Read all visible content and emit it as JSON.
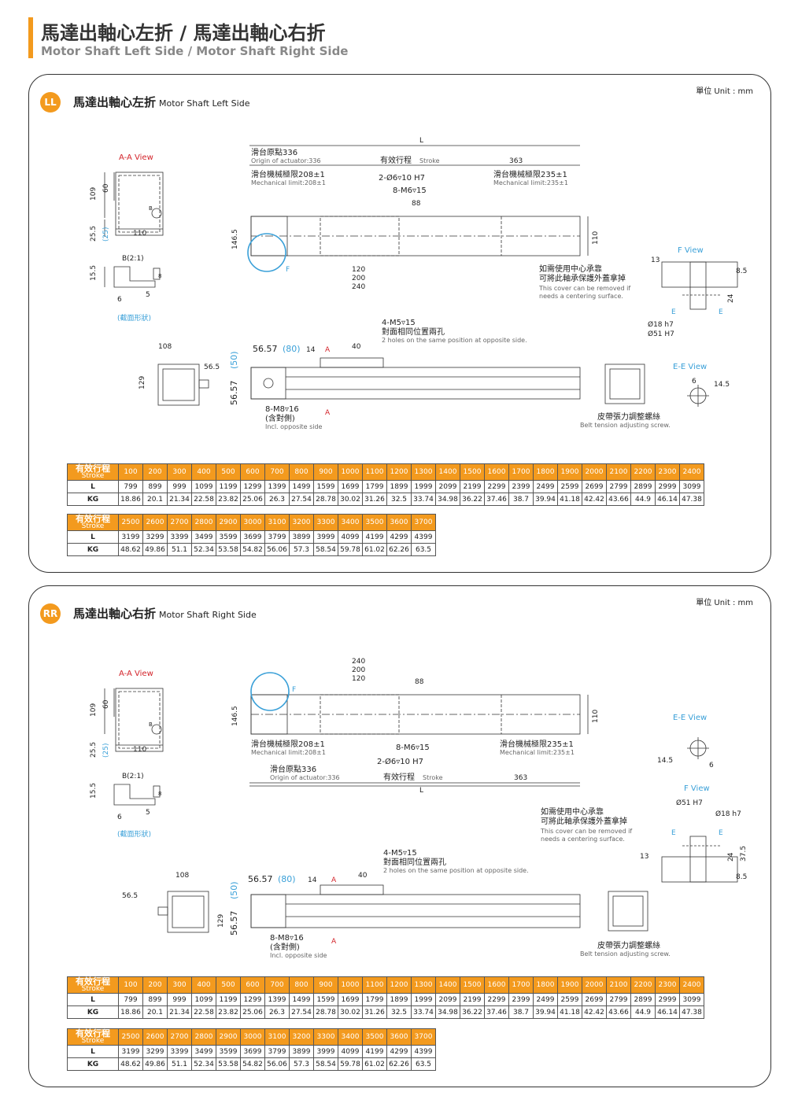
{
  "header": {
    "title_zh": "馬達出軸心左折 / 馬達出軸心右折",
    "title_en": "Motor Shaft Left Side / Motor Shaft Right Side"
  },
  "colors": {
    "accent": "#f39a1e",
    "blue": "#3aa0d8",
    "red": "#d3232a"
  },
  "unit_label": "單位 Unit : mm",
  "sections": [
    {
      "badge": "LL",
      "title_zh": "馬達出軸心左折",
      "title_en": "Motor Shaft Left Side"
    },
    {
      "badge": "RR",
      "title_zh": "馬達出軸心右折",
      "title_en": "Motor Shaft Right Side"
    }
  ],
  "labels": {
    "aa_view": "A-A View",
    "b_detail": "B(2:1)",
    "section_shape": "(截面形狀)",
    "f_view": "F View",
    "ee_view": "E-E View",
    "L": "L",
    "origin_zh": "滑台原點336",
    "origin_en": "Origin of actuator:336",
    "stroke_zh": "有效行程",
    "stroke_en": "Stroke",
    "d363": "363",
    "mech_left_zh": "滑台機械極限208±1",
    "mech_left_en": "Mechanical limit:208±1",
    "mech_right_zh": "滑台機械極限235±1",
    "mech_right_en": "Mechanical limit:235±1",
    "hole_2": "2-Ø6▿10 H7",
    "hole_8": "8-M6▿15",
    "d88": "88",
    "d120": "120",
    "d200": "200",
    "d240": "240",
    "d146_5": "146.5",
    "d110": "110",
    "d109": "109",
    "d60": "60",
    "d25_5": "25.5",
    "d25": "(25)",
    "d110b": "110",
    "d15_5": "15.5",
    "d6": "6",
    "d5": "5",
    "d8": "8",
    "cover_zh1": "如需使用中心承靠",
    "cover_zh2": "可將此軸承保護外蓋拿掉",
    "cover_en1": "This cover can be removed if",
    "cover_en2": "needs a centering surface.",
    "d13": "13",
    "d8_5": "8.5",
    "d24": "24",
    "d37_5": "37.5",
    "d18": "Ø18 h7",
    "d51": "Ø51 H7",
    "E": "E",
    "d6b": "6",
    "d14_5": "14.5",
    "m5_1": "4-M5▿15",
    "m5_zh": "對面相同位置兩孔",
    "m5_en": "2 holes on the same position at opposite side.",
    "d108": "108",
    "d56_57": "56.57",
    "d80": "(80)",
    "d50": "(50)",
    "d14": "14",
    "d40": "40",
    "A": "A",
    "d129": "129",
    "d56_5": "56.5",
    "m8_1": "8-M8▿16",
    "m8_zh": "(含對側)",
    "m8_en": "Incl. opposite side",
    "belt_zh": "皮帶張力調整螺絲",
    "belt_en": "Belt tension adjusting screw.",
    "B": "B",
    "F": "F"
  },
  "table": {
    "head_zh": "有效行程",
    "head_en": "Stroke",
    "row_L": "L",
    "row_KG": "KG",
    "block1": {
      "stroke": [
        "100",
        "200",
        "300",
        "400",
        "500",
        "600",
        "700",
        "800",
        "900",
        "1000",
        "1100",
        "1200",
        "1300",
        "1400",
        "1500",
        "1600",
        "1700",
        "1800",
        "1900",
        "2000",
        "2100",
        "2200",
        "2300",
        "2400"
      ],
      "L": [
        "799",
        "899",
        "999",
        "1099",
        "1199",
        "1299",
        "1399",
        "1499",
        "1599",
        "1699",
        "1799",
        "1899",
        "1999",
        "2099",
        "2199",
        "2299",
        "2399",
        "2499",
        "2599",
        "2699",
        "2799",
        "2899",
        "2999",
        "3099"
      ],
      "KG": [
        "18.86",
        "20.1",
        "21.34",
        "22.58",
        "23.82",
        "25.06",
        "26.3",
        "27.54",
        "28.78",
        "30.02",
        "31.26",
        "32.5",
        "33.74",
        "34.98",
        "36.22",
        "37.46",
        "38.7",
        "39.94",
        "41.18",
        "42.42",
        "43.66",
        "44.9",
        "46.14",
        "47.38"
      ]
    },
    "block2": {
      "stroke": [
        "2500",
        "2600",
        "2700",
        "2800",
        "2900",
        "3000",
        "3100",
        "3200",
        "3300",
        "3400",
        "3500",
        "3600",
        "3700"
      ],
      "L": [
        "3199",
        "3299",
        "3399",
        "3499",
        "3599",
        "3699",
        "3799",
        "3899",
        "3999",
        "4099",
        "4199",
        "4299",
        "4399"
      ],
      "KG": [
        "48.62",
        "49.86",
        "51.1",
        "52.34",
        "53.58",
        "54.82",
        "56.06",
        "57.3",
        "58.54",
        "59.78",
        "61.02",
        "62.26",
        "63.5"
      ]
    }
  }
}
